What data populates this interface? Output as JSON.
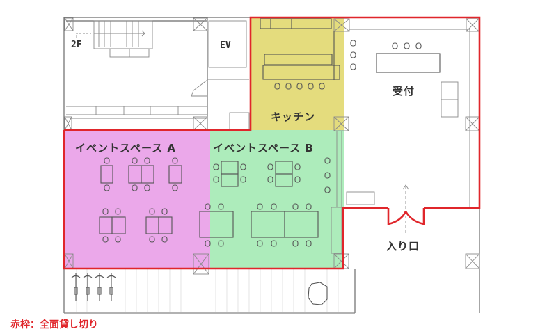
{
  "floor_plan": {
    "rooms": [
      {
        "id": "event_a",
        "label": "イベントスペース A",
        "color": "#eba8ea"
      },
      {
        "id": "event_b",
        "label": "イベントスペース B",
        "color": "#adecbb"
      },
      {
        "id": "kitchen",
        "label": "キッチン",
        "color": "#e4dc7d"
      },
      {
        "id": "reception",
        "label": "受付",
        "color": "#ffffff"
      }
    ],
    "labels": {
      "event_a": "イベントスペース A",
      "event_b": "イベントスペース B",
      "kitchen": "キッチン",
      "reception": "受付",
      "entrance": "入り口",
      "elevator": "EV",
      "stairs_2f": "2F"
    },
    "highlight_color": "#e0262b"
  },
  "legend": {
    "text": "赤枠：全面貸し切り"
  }
}
